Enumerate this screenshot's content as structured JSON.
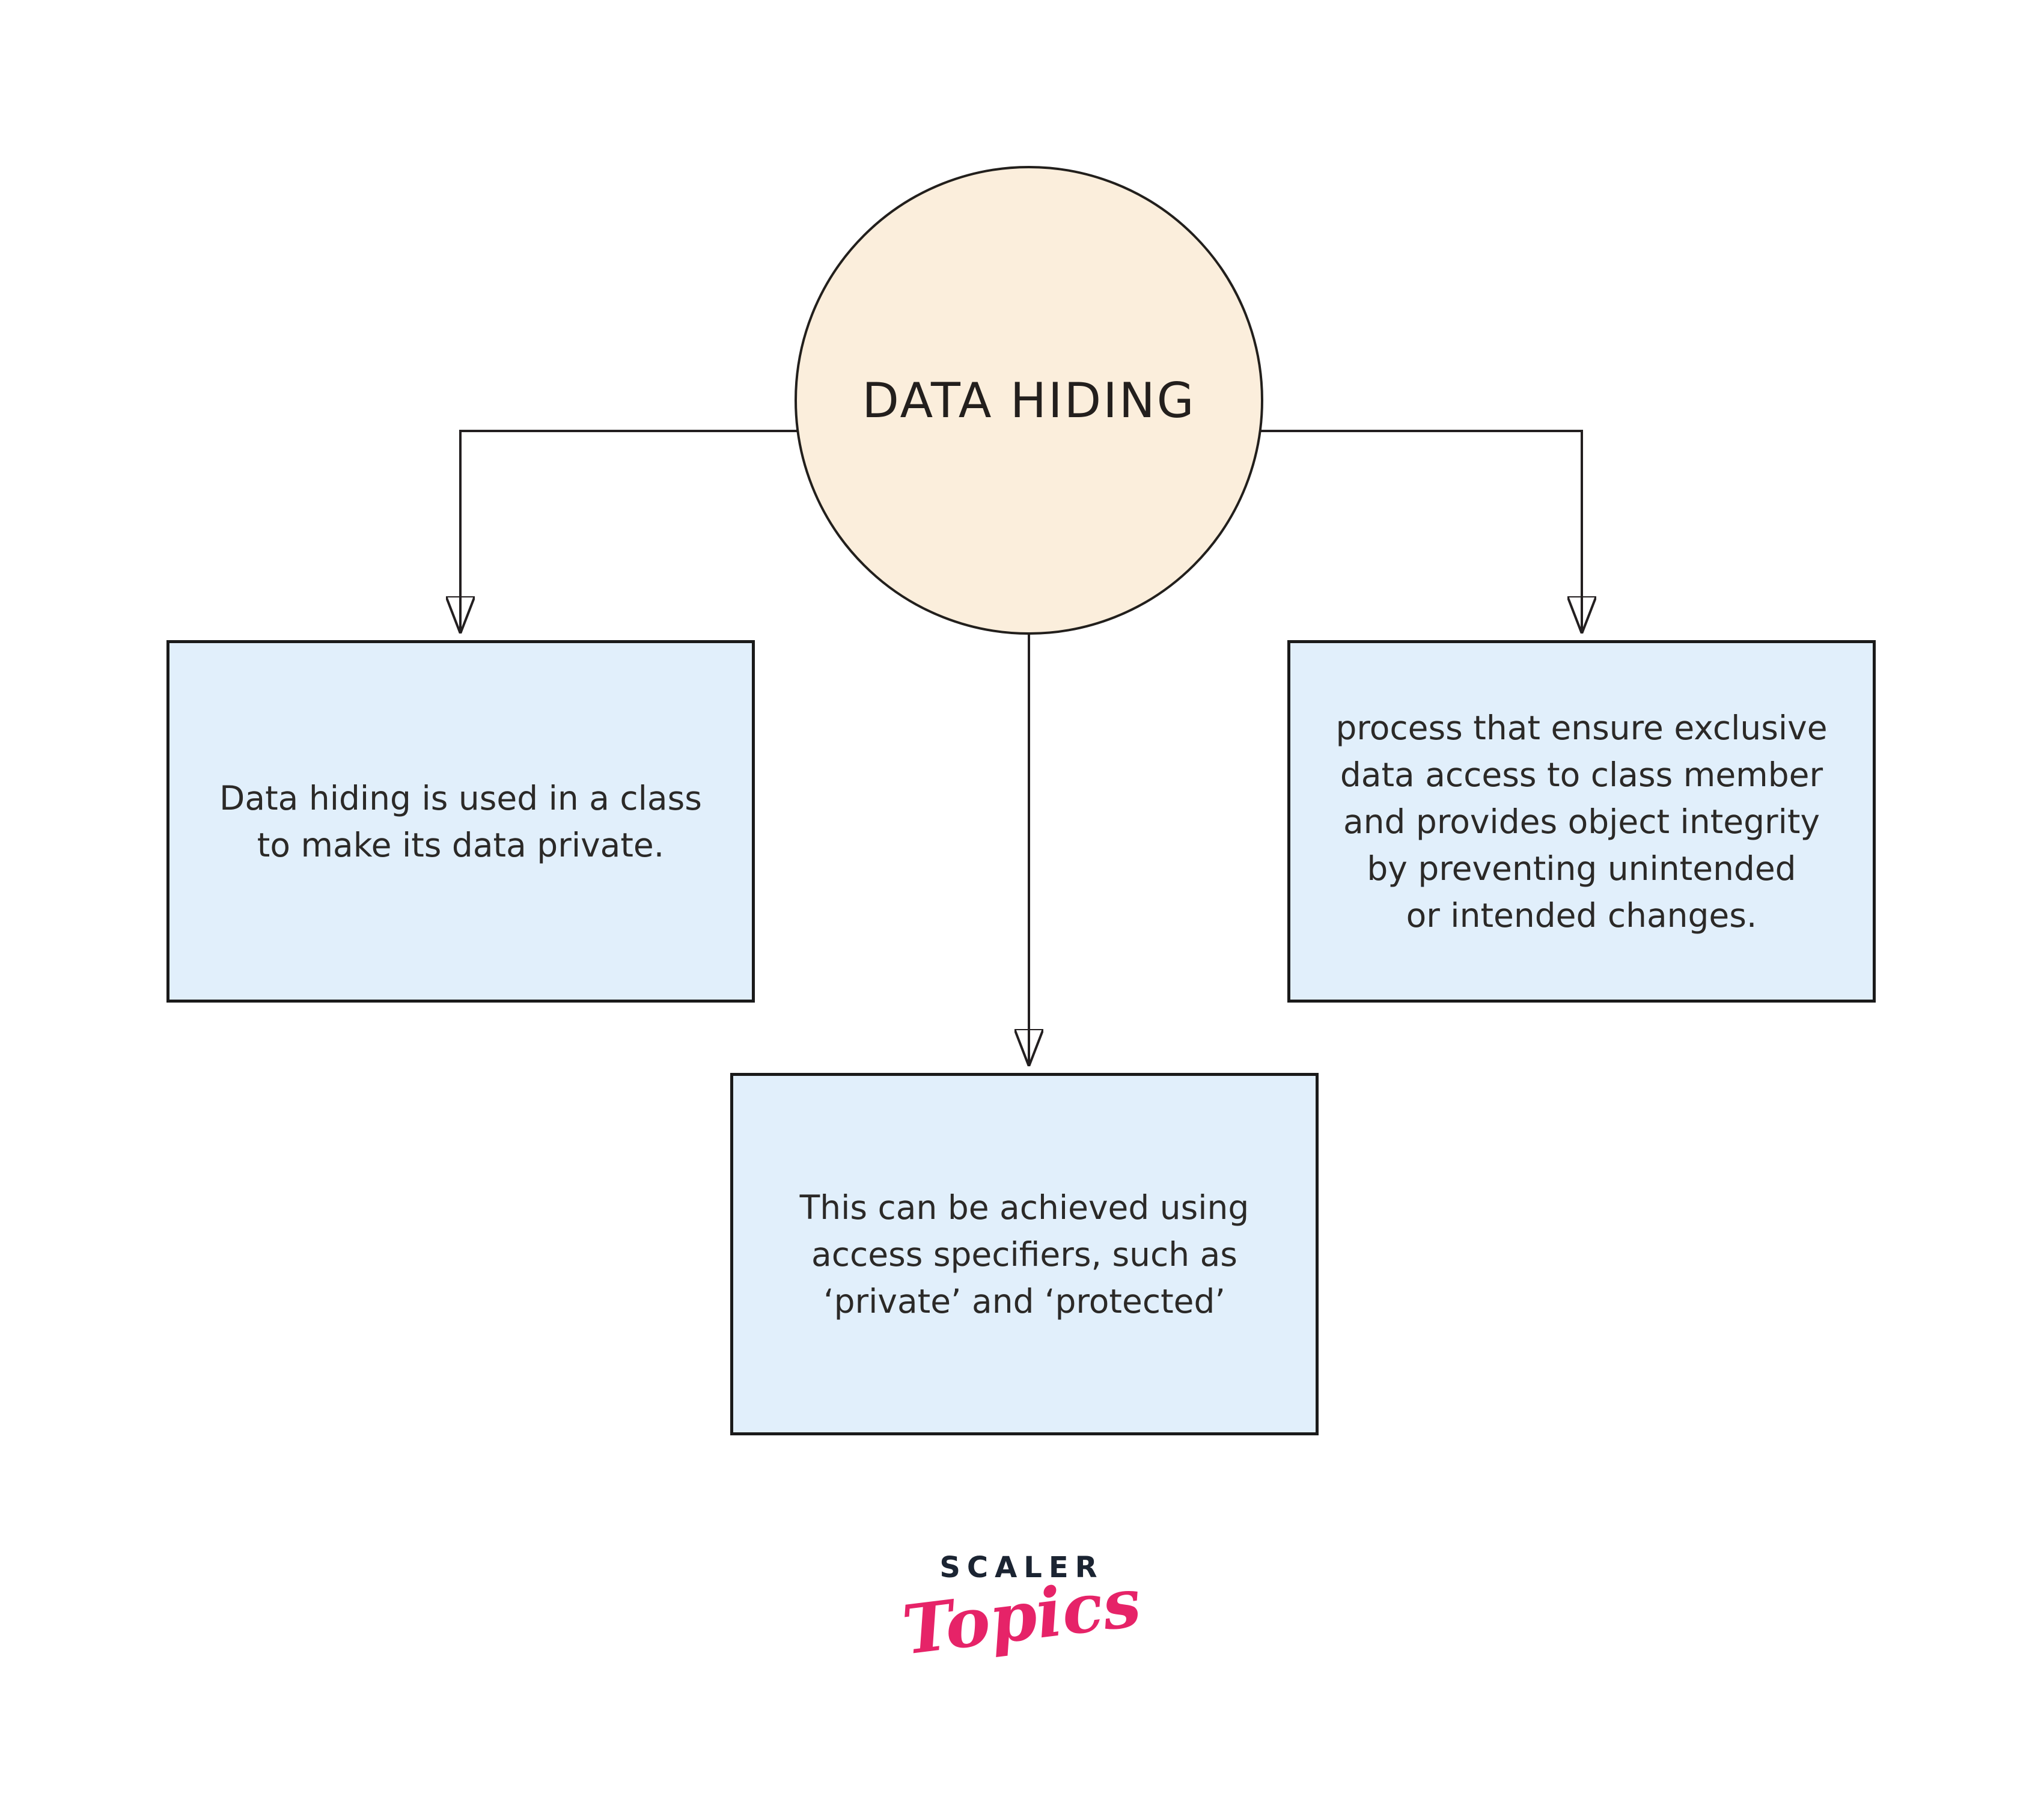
{
  "page": {
    "background_color": "#ffffff"
  },
  "diagram": {
    "title_node": {
      "label": "DATA HIDING",
      "fill_color": "#fbeedc",
      "stroke_color": "#221f1c"
    },
    "boxes": [
      {
        "id": "left",
        "text": "Data hiding is used in a class\nto make its data private."
      },
      {
        "id": "right",
        "text": "process that ensure exclusive\ndata access to class member\nand provides object integrity\nby preventing unintended\nor intended changes."
      },
      {
        "id": "bottom",
        "text": "This can be achieved using\naccess specifiers, such as\n‘private’ and ‘protected’"
      }
    ],
    "box_style": {
      "fill_color": "#e1effb",
      "stroke_color": "#1a1a1a"
    },
    "connector_color": "#231f20"
  },
  "logo": {
    "brand": "SCALER",
    "product": "Topics",
    "brand_color": "#1b2432",
    "product_color": "#e62368"
  }
}
